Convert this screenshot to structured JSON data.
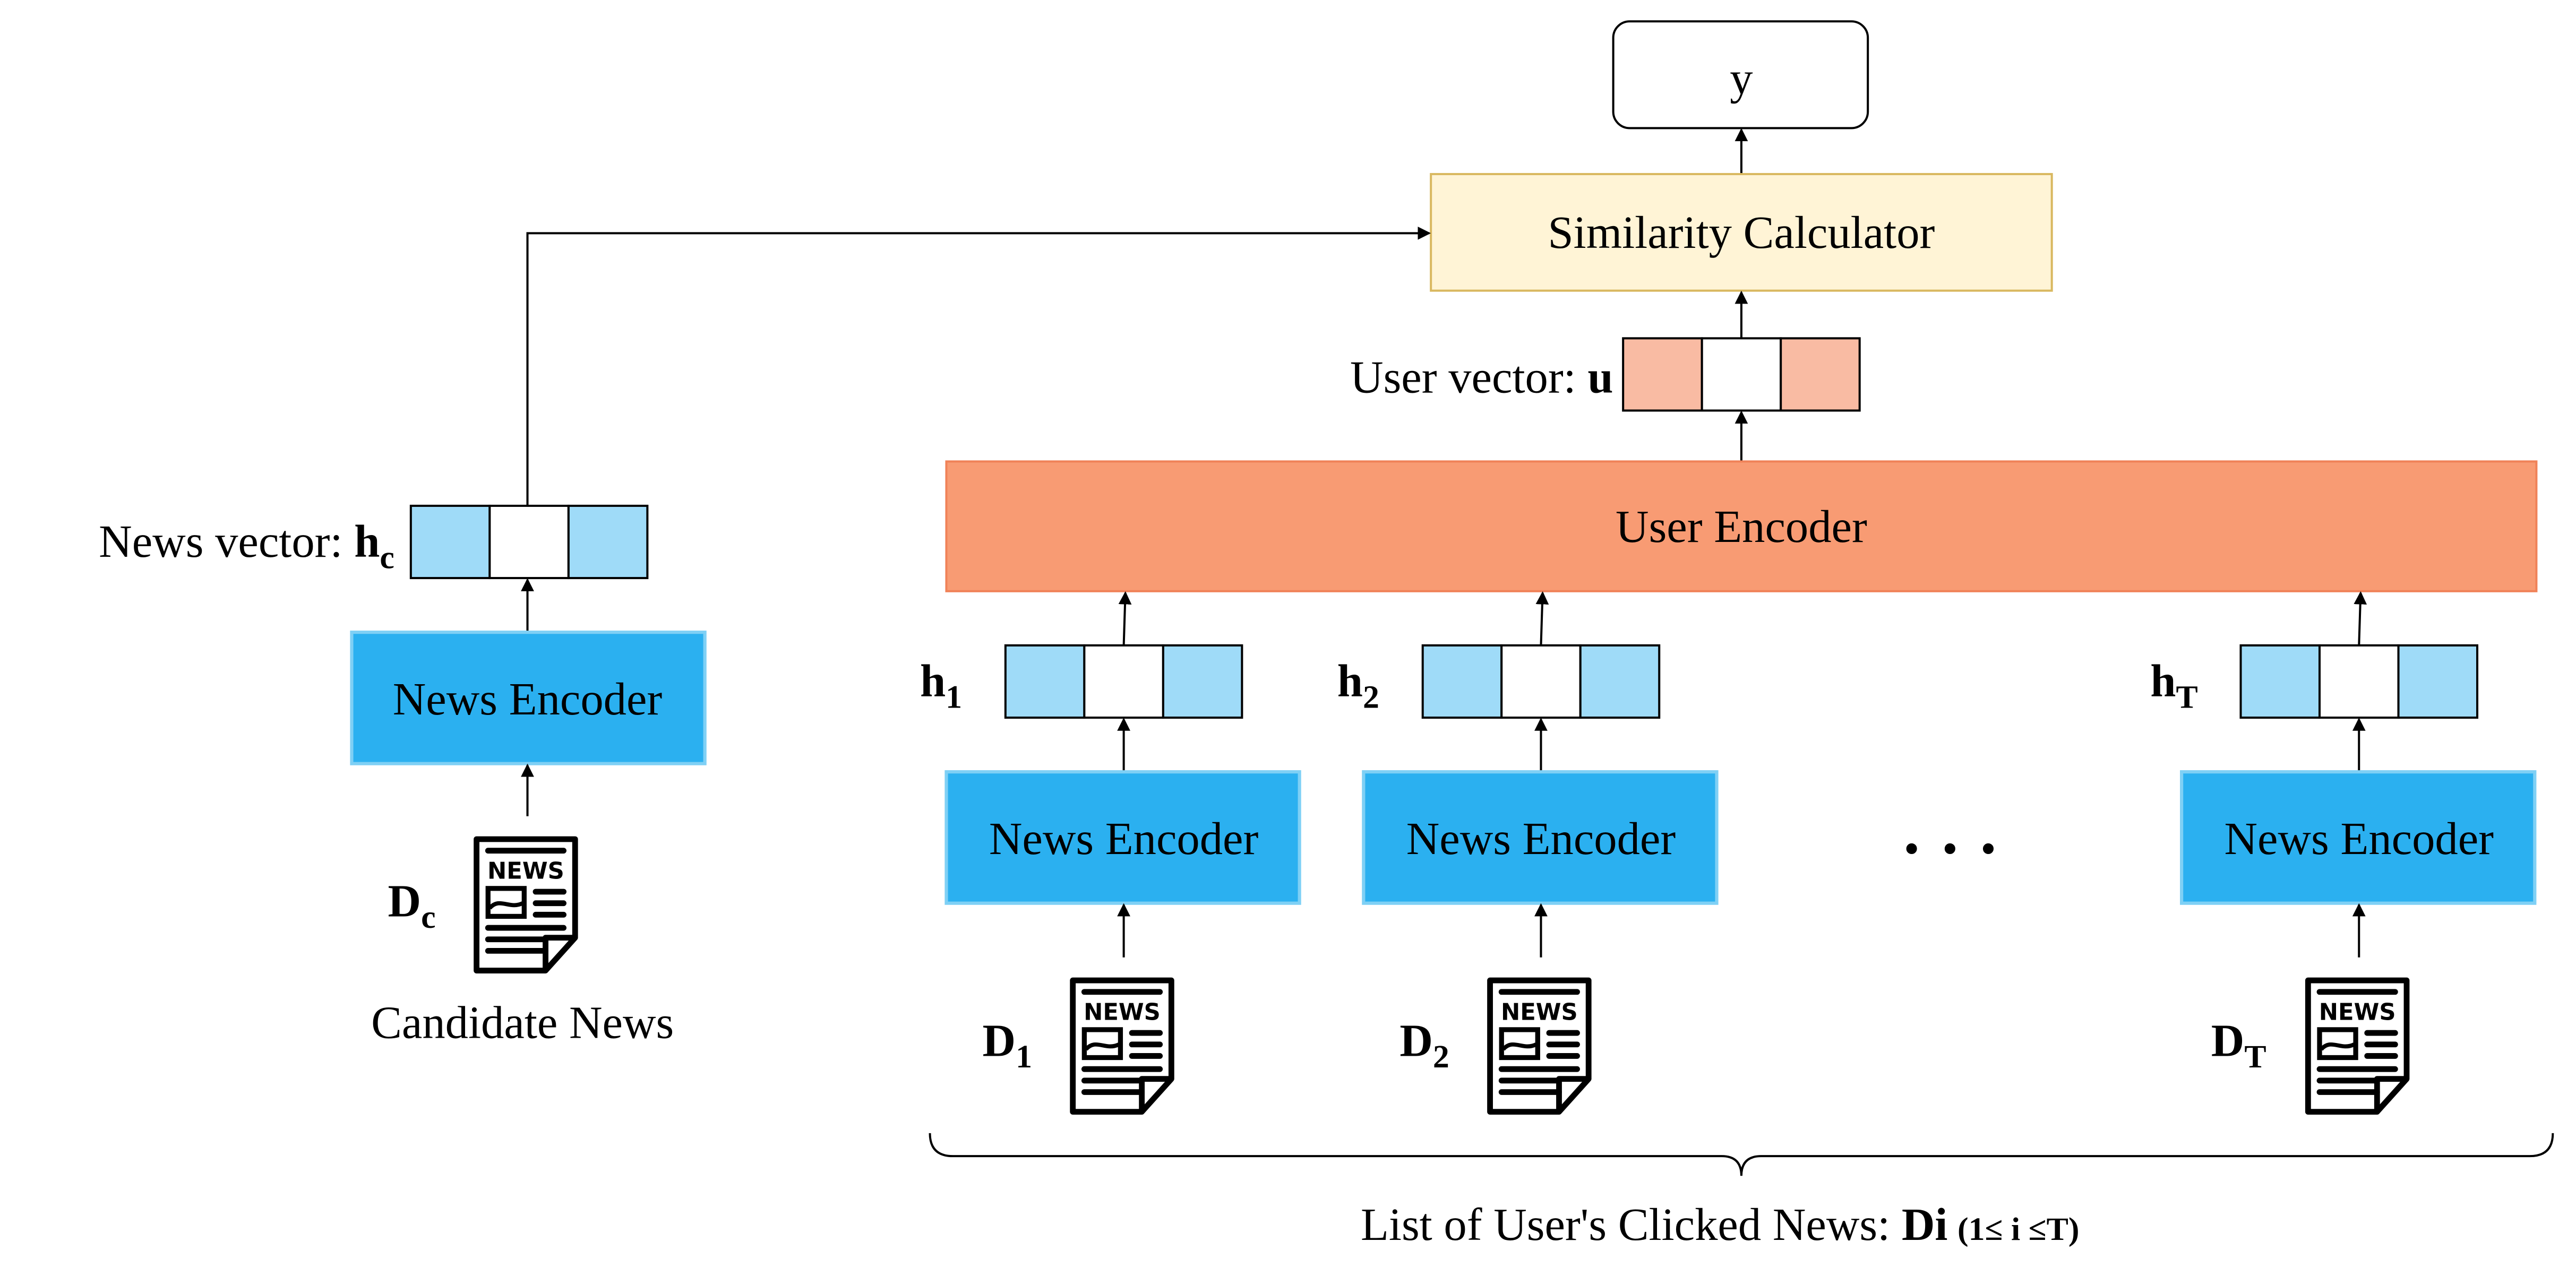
{
  "output": {
    "label": "y"
  },
  "similarity": {
    "label": "Similarity Calculator",
    "fill": "#FFF4D6",
    "stroke": "#D9B860"
  },
  "user_vector": {
    "prefix": "User vector: ",
    "symbol": "u",
    "color": "#F9BBA3"
  },
  "user_encoder": {
    "label": "User Encoder",
    "fill": "#F89B73",
    "stroke": "#F08258"
  },
  "news_vector": {
    "prefix": "News vector: ",
    "symbol": "h",
    "sub": "c",
    "color": "#9FDBF8"
  },
  "news_encoder": {
    "label": "News Encoder",
    "fill": "#2BB0F0",
    "stroke": "#7FD0F5"
  },
  "candidate": {
    "doc": "D",
    "doc_sub": "c",
    "caption": "Candidate News",
    "icon": "newspaper-icon"
  },
  "clicked": [
    {
      "h": "h",
      "h_sub": "1",
      "doc": "D",
      "doc_sub": "1",
      "encoder": "News Encoder"
    },
    {
      "h": "h",
      "h_sub": "2",
      "doc": "D",
      "doc_sub": "2",
      "encoder": "News Encoder"
    },
    {
      "h": "h",
      "h_sub": "T",
      "doc": "D",
      "doc_sub": "T",
      "encoder": "News Encoder"
    }
  ],
  "ellipsis": "· · ·",
  "brace_caption": {
    "text": "List of User's Clicked News: ",
    "bold": "Di",
    "range": "(1≤ i ≤T)"
  },
  "icon_text": "NEWS"
}
